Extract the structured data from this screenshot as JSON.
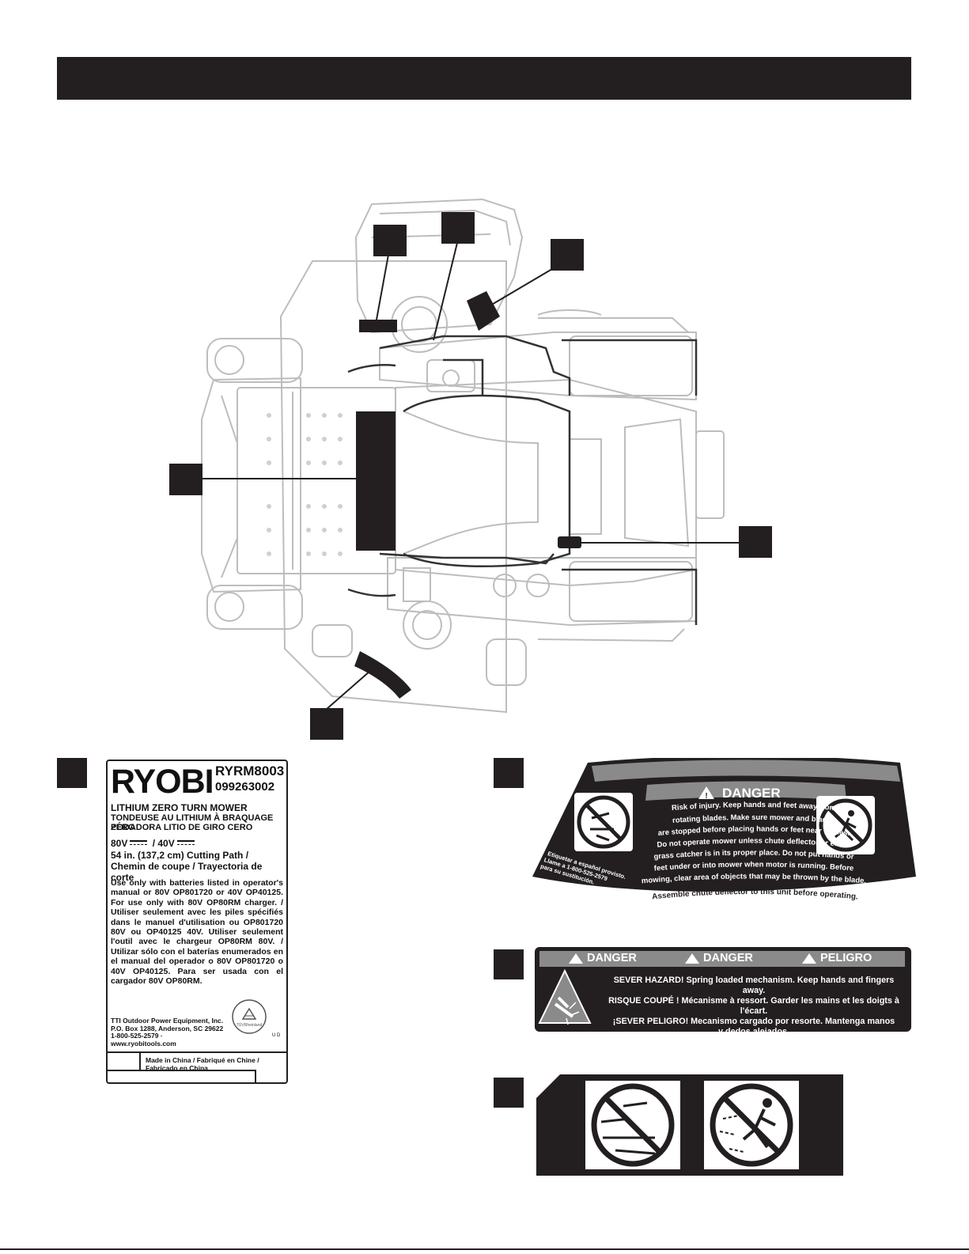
{
  "colors": {
    "ink": "#231f20",
    "paper": "#ffffff",
    "grey": "#8a8a8a"
  },
  "rating_label": {
    "brand": "RYOBI",
    "model": "RYRM8003",
    "part_number": "099263002",
    "title_en": "LITHIUM ZERO TURN MOWER",
    "title_fr": "TONDEUSE AU LITHIUM À BRAQUAGE ZÉRO",
    "title_es": "PODADORA LITIO DE GIRO CERO",
    "voltage_80": "80V",
    "voltage_40": "/ 40V",
    "cutting_path": "54 in. (137,2 cm) Cutting Path / Chemin de coupe / Trayectoria de corte",
    "battery_text": "Use only with batteries listed in operator's manual or 80V OP801720 or 40V OP40125. For use only with 80V OP80RM charger. / Utiliser seulement avec les piles spécifiés dans le manuel d'utilisation ou OP801720 80V ou OP40125 40V. Utiliser seulement l'outil avec le chargeur OP80RM 80V. / Utilizar sólo con el baterías enumerados en el manual del operador o 80V OP801720 o 40V OP40125. Para ser usada con el cargador 80V OP80RM.",
    "address_line1": "TTI Outdoor Power Equipment, Inc.",
    "address_line2": "P.O. Box 1288, Anderson, SC 29622",
    "address_line3": "1-800-525-2579 · www.ryobitools.com",
    "tuv_mark": "TÜVRheinland",
    "ud_mark": "U D",
    "made_in": "Made in China / Fabriqué en Chine / Fabricado en China"
  },
  "chute_label": {
    "danger": "DANGER",
    "lines": [
      "Risk of injury. Keep hands and feet away from",
      "rotating blades. Make sure mower and blades",
      "are stopped before placing hands or feet near blades.",
      "Do not operate mower unless chute deflector or entire",
      "grass catcher is in its proper place. Do not put hands or",
      "feet under or into mower when motor is running. Before",
      "mowing, clear area of objects that may be thrown by the blade."
    ],
    "bottom": "Assemble chute deflector to this unit before operating.",
    "spanish": [
      "Etiquetar a español provisto.",
      "Llame a 1-800-525-2579",
      "para su sustitución."
    ]
  },
  "sever_label": {
    "headers": [
      "DANGER",
      "DANGER",
      "PELIGRO"
    ],
    "lines": [
      "SEVER HAZARD! Spring loaded mechanism. Keep hands and fingers away.",
      "RISQUE COUPÉ ! Mécanisme à ressort. Garder les mains et les doigts à l'écart.",
      "¡SEVER PELIGRO! Mecanismo cargado por resorte. Mantenga manos",
      "y dedos alejados."
    ]
  },
  "icons": {
    "hand_blade": "hand-blade-prohibited-icon",
    "thrown_object": "thrown-object-prohibited-icon",
    "spring_pinch": "spring-pinch-hazard-icon",
    "warning": "warning-triangle-icon"
  }
}
